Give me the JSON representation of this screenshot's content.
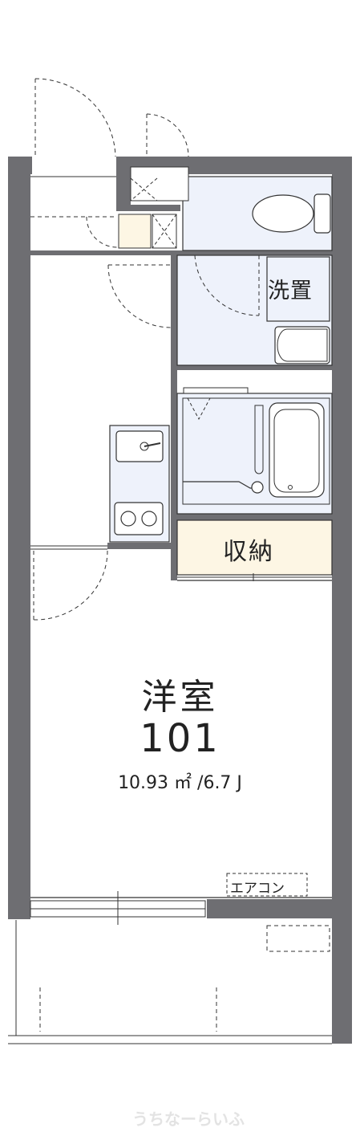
{
  "floorplan": {
    "room_label": "洋室",
    "room_number": "101",
    "area_text": "10.93 ㎡ /6.7 J",
    "washer_label": "洗置",
    "storage_label": "収納",
    "aircon_label": "エアコン",
    "watermark": "うちなーらいふ"
  },
  "colors": {
    "wall": "#6e6e72",
    "wet_area": "#eef2fb",
    "storage": "#fdf6e4",
    "line": "#333333"
  }
}
